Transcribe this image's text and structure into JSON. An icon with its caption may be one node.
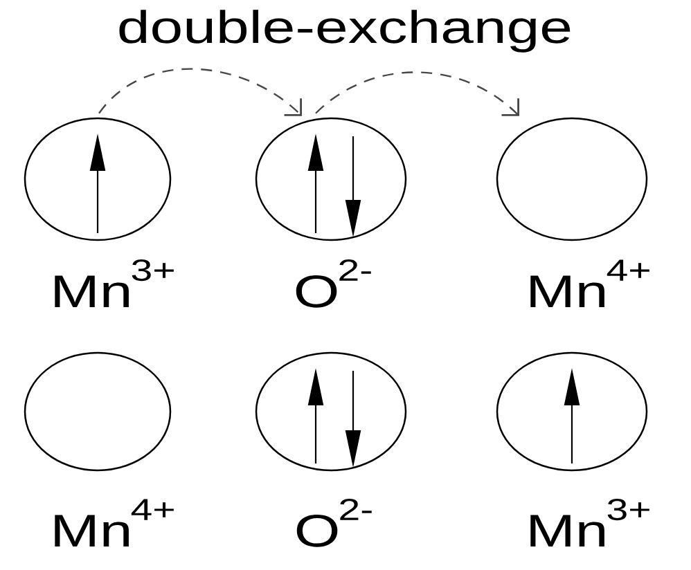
{
  "diagram": {
    "title": "double-exchange",
    "nodes": [
      {
        "text": [],
        "shape": "ellipse",
        "beside": [
          "Mn$^{3+}$"
        ]
      },
      {
        "text": [],
        "shape": "ellipse",
        "beside": [
          "O$^{2-}$"
        ]
      },
      {
        "text": [],
        "shape": "ellipse",
        "beside": [
          "Mn$^{4+}$"
        ]
      },
      {
        "text": [],
        "shape": "ellipse",
        "beside": [
          "Mn$^{4+}$"
        ]
      },
      {
        "text": [],
        "shape": "ellipse",
        "beside": [
          "O$^{2-}$"
        ]
      },
      {
        "text": [],
        "shape": "ellipse",
        "beside": [
          "Mn$^{3+}$"
        ]
      }
    ],
    "edges": [
      {
        "from": 0,
        "to": 1,
        "arrow": "to",
        "style": "dashed"
      },
      {
        "from": 1,
        "to": 2,
        "arrow": "to",
        "style": "dashed"
      }
    ]
  }
}
